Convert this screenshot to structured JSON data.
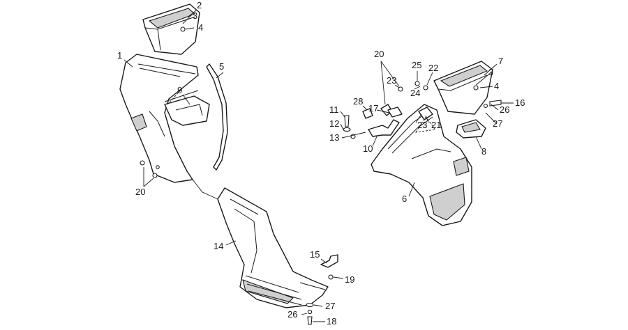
{
  "diagram": {
    "type": "exploded-parts-diagram",
    "line_color": "#1a1a1a",
    "background": "#ffffff",
    "callouts": [
      {
        "id": "c-left-2",
        "label": "2"
      },
      {
        "id": "c-left-3",
        "label": "3"
      },
      {
        "id": "c-left-4",
        "label": "4"
      },
      {
        "id": "c-left-1",
        "label": "1"
      },
      {
        "id": "c-left-5",
        "label": "5"
      },
      {
        "id": "c-left-9",
        "label": "9"
      },
      {
        "id": "c-left-20",
        "label": "20"
      },
      {
        "id": "c-14",
        "label": "14"
      },
      {
        "id": "c-15",
        "label": "15"
      },
      {
        "id": "c-19",
        "label": "19"
      },
      {
        "id": "c-bot-27",
        "label": "27"
      },
      {
        "id": "c-bot-26",
        "label": "26"
      },
      {
        "id": "c-18",
        "label": "18"
      },
      {
        "id": "c-right-20",
        "label": "20"
      },
      {
        "id": "c-25",
        "label": "25"
      },
      {
        "id": "c-22",
        "label": "22"
      },
      {
        "id": "c-right-23a",
        "label": "23"
      },
      {
        "id": "c-24",
        "label": "24"
      },
      {
        "id": "c-right-7",
        "label": "7"
      },
      {
        "id": "c-right-3",
        "label": "3"
      },
      {
        "id": "c-right-4",
        "label": "4"
      },
      {
        "id": "c-28",
        "label": "28"
      },
      {
        "id": "c-17",
        "label": "17"
      },
      {
        "id": "c-right-23b",
        "label": "23"
      },
      {
        "id": "c-21",
        "label": "21"
      },
      {
        "id": "c-11",
        "label": "11"
      },
      {
        "id": "c-12",
        "label": "12"
      },
      {
        "id": "c-13",
        "label": "13"
      },
      {
        "id": "c-10",
        "label": "10"
      },
      {
        "id": "c-16",
        "label": "16"
      },
      {
        "id": "c-right-26",
        "label": "26"
      },
      {
        "id": "c-right-27",
        "label": "27"
      },
      {
        "id": "c-8",
        "label": "8"
      },
      {
        "id": "c-6",
        "label": "6"
      }
    ]
  }
}
